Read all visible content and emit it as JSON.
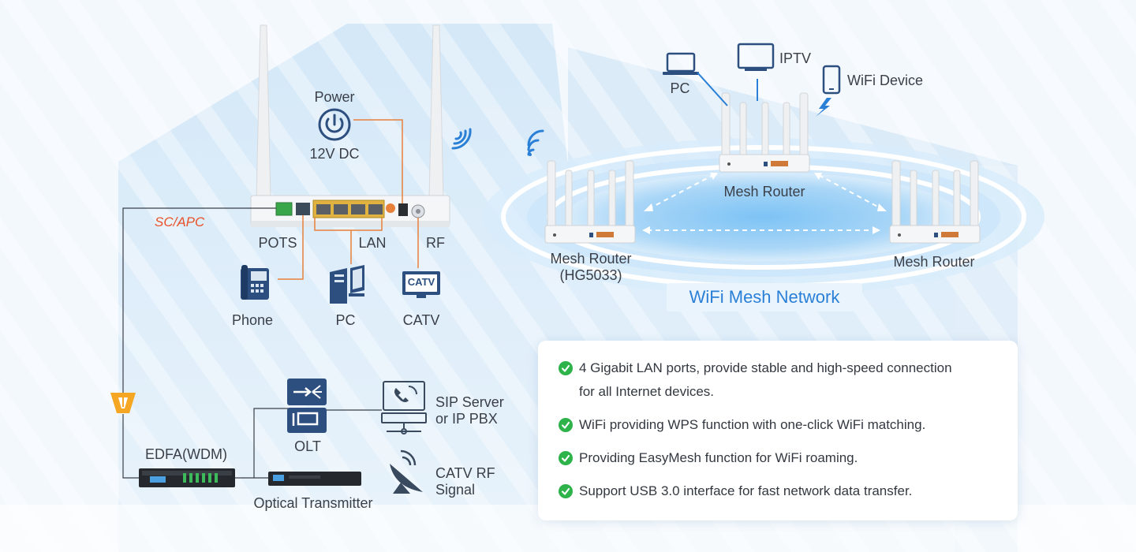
{
  "colors": {
    "accent_blue": "#2a7fd6",
    "orange_cable": "#e8803a",
    "check_green": "#2eb24a",
    "sc_apc_red": "#e8512a",
    "connector_yellow": "#f5a623"
  },
  "ont": {
    "power_label": "Power",
    "power_sub": "12V DC",
    "sc_apc": "SC/APC",
    "pots": "POTS",
    "lan": "LAN",
    "rf": "RF"
  },
  "devices": {
    "phone": "Phone",
    "pc": "PC",
    "catv": "CATV",
    "catv_screen": "CATV"
  },
  "network": {
    "edfa": "EDFA(WDM)",
    "olt": "OLT",
    "optical_tx": "Optical Transmitter",
    "sip_line1": "SIP Server",
    "sip_line2": "or IP PBX",
    "catv_rf_line1": "CATV RF",
    "catv_rf_line2": "Signal"
  },
  "mesh": {
    "pc": "PC",
    "iptv": "IPTV",
    "wifi_device": "WiFi Device",
    "router_top": "Mesh Router",
    "router_left_line1": "Mesh Router",
    "router_left_line2": "(HG5033)",
    "router_right": "Mesh Router",
    "banner": "WiFi Mesh Network"
  },
  "features": [
    {
      "line1": "4 Gigabit LAN ports, provide stable and high-speed connection",
      "line2": "for all Internet devices."
    },
    {
      "line1": "WiFi providing WPS function with one-click WiFi matching.",
      "line2": ""
    },
    {
      "line1": "Providing EasyMesh function for WiFi roaming.",
      "line2": ""
    },
    {
      "line1": "Support USB 3.0 interface for fast network data transfer.",
      "line2": ""
    }
  ]
}
